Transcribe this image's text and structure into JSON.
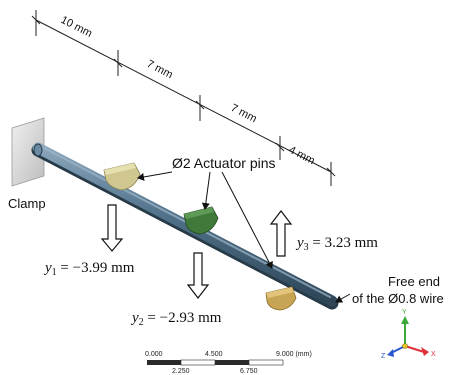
{
  "dimensions": {
    "seg1": "10 mm",
    "seg2": "7 mm",
    "seg3": "7 mm",
    "seg4": "4 mm"
  },
  "labels": {
    "clamp": "Clamp",
    "pins": "Ø2 Actuator pins",
    "free_end_line1": "Free end",
    "free_end_line2": "of the Ø0.8 wire"
  },
  "displacements": {
    "y1": {
      "var": "y",
      "sub": "1",
      "value": " = −3.99 mm"
    },
    "y2": {
      "var": "y",
      "sub": "2",
      "value": " = −2.93 mm"
    },
    "y3": {
      "var": "y",
      "sub": "3",
      "value": " = 3.23 mm"
    }
  },
  "scale_bar": {
    "top_labels": [
      "0.000",
      "4.500",
      "9.000 (mm)"
    ],
    "bottom_labels": [
      "2.250",
      "6.750"
    ]
  },
  "triad": {
    "x": "X",
    "y": "Y",
    "z": "Z"
  },
  "colors": {
    "wire": "#4a6a82",
    "wire_highlight": "#7e9bb2",
    "pin1": "#c9c08a",
    "pin2": "#3f7a3a",
    "pin3": "#c7a352",
    "clamp": "#d9d9d9",
    "axis_x": "#e0303a",
    "axis_y": "#3aa83a",
    "axis_z": "#2a56d0"
  }
}
